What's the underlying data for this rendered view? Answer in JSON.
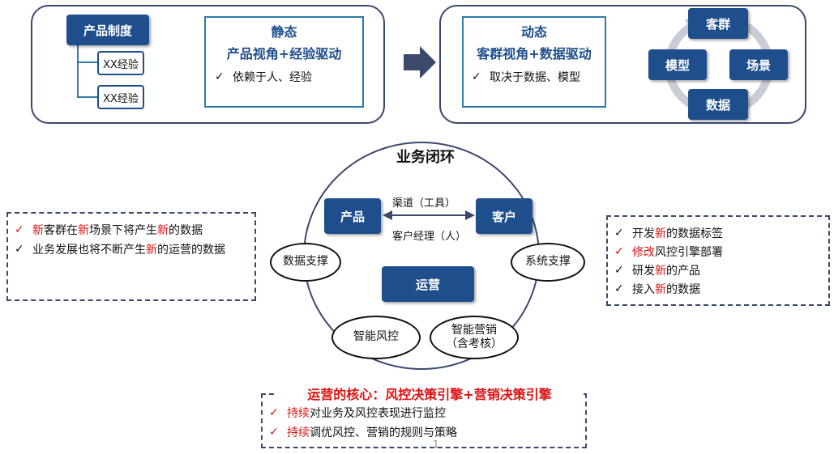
{
  "left_panel": {
    "product_system": "产品制度",
    "experience_1": "XX经验",
    "experience_2": "XX经验",
    "static_title": "静态",
    "static_subtitle": "产品视角+经验驱动",
    "static_check": "依赖于人、经验"
  },
  "right_panel": {
    "dynamic_title": "动态",
    "dynamic_subtitle": "客群视角+数据驱动",
    "dynamic_check": "取决于数据、模型",
    "cycle": {
      "top": "客群",
      "left": "模型",
      "right": "场景",
      "bottom": "数据"
    }
  },
  "loop": {
    "title": "业务闭环",
    "product": "产品",
    "customer": "客户",
    "channel": "渠道（工具）",
    "manager": "客户经理（人）",
    "operation": "运营",
    "data_support": "数据支撑",
    "system_support": "系统支撑",
    "smart_risk": "智能风控",
    "smart_marketing_1": "智能营销",
    "smart_marketing_2": "（含考核）"
  },
  "left_notes": [
    {
      "parts": [
        [
          "新",
          "red"
        ],
        [
          "客群在",
          ""
        ],
        [
          "新",
          "red"
        ],
        [
          "场景下将产生",
          ""
        ],
        [
          "新",
          "red"
        ],
        [
          "的数据",
          ""
        ]
      ],
      "check_red": true
    },
    {
      "parts": [
        [
          "业务发展也将不断产生",
          ""
        ],
        [
          "新",
          "red"
        ],
        [
          "的运营的数据",
          ""
        ]
      ],
      "check_red": false
    }
  ],
  "right_notes": [
    {
      "parts": [
        [
          "开发",
          ""
        ],
        [
          "新",
          "red"
        ],
        [
          "的数据标签",
          ""
        ]
      ],
      "check_red": false
    },
    {
      "parts": [
        [
          "修改",
          "red"
        ],
        [
          "风控引擎部署",
          ""
        ]
      ],
      "check_red": true
    },
    {
      "parts": [
        [
          "研发",
          ""
        ],
        [
          "新",
          "red"
        ],
        [
          "的产品",
          ""
        ]
      ],
      "check_red": false
    },
    {
      "parts": [
        [
          "接入",
          ""
        ],
        [
          "新",
          "red"
        ],
        [
          "的数据",
          ""
        ]
      ],
      "check_red": false
    }
  ],
  "bottom": {
    "core_title": "运营的核心：风控决策引擎+营销决策引擎",
    "notes": [
      {
        "parts": [
          [
            "持续",
            "red"
          ],
          [
            "对业务及风控表现进行监控",
            ""
          ]
        ],
        "check_red": true
      },
      {
        "parts": [
          [
            "持续",
            "red"
          ],
          [
            "调优风控、营销的规则与策略",
            ""
          ]
        ],
        "check_red": true
      }
    ]
  },
  "page_number": "1",
  "colors": {
    "navy": "#1f4e8c",
    "frame_blue": "#2e7bab",
    "highlight_red": "#d11111",
    "cycle_gray": "#c9cdd8"
  },
  "check_mark": "✓"
}
